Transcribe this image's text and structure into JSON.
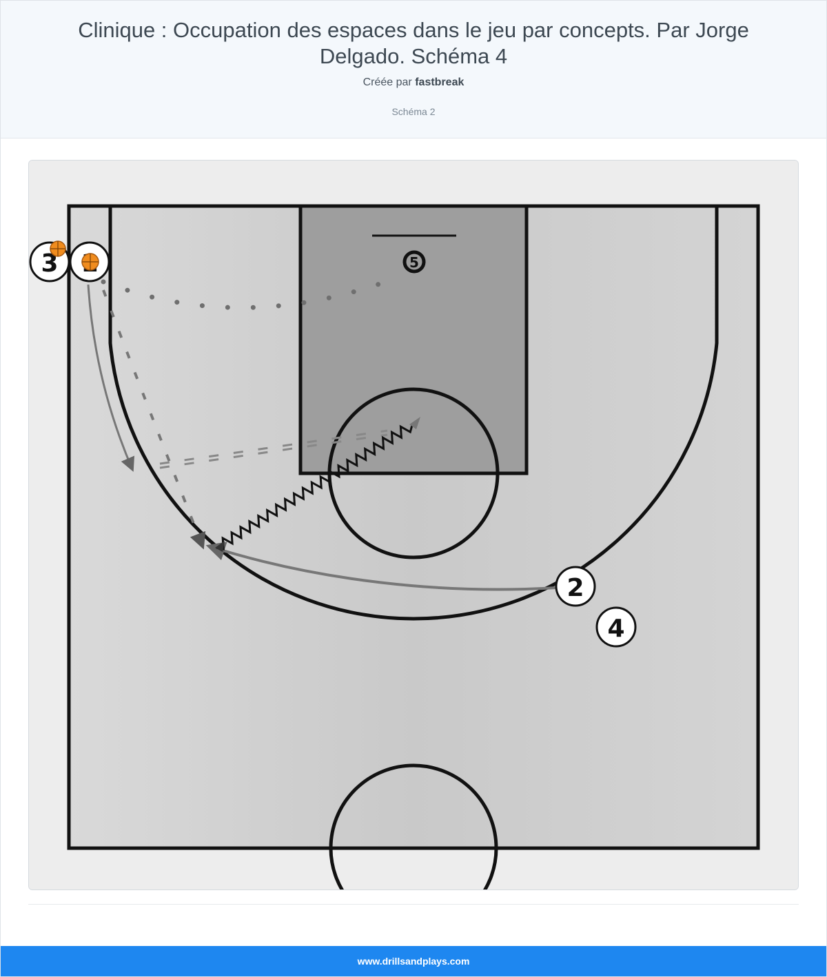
{
  "header": {
    "title": "Clinique : Occupation des espaces dans le jeu par concepts. Par Jorge Delgado. Schéma 4",
    "author_prefix": "Créée par",
    "author_name": "fastbreak",
    "subtitle": "Schéma 2"
  },
  "diagram": {
    "players": [
      {
        "label": "3",
        "has_ball": true
      },
      {
        "label": "1",
        "has_ball": true
      },
      {
        "label": "2",
        "has_ball": false
      },
      {
        "label": "4",
        "has_ball": false
      }
    ],
    "basket_label": "5",
    "colors": {
      "court_background": "#cccccc",
      "paint": "#9c9c9c",
      "lines": "#111111",
      "movement": "#777777",
      "ball": "#f08c1e"
    }
  },
  "footer": {
    "text": "www.drillsandplays.com",
    "color": "#1e87f0"
  }
}
